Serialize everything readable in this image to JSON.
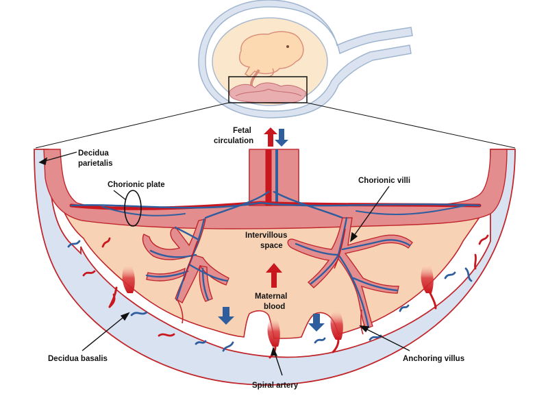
{
  "labels": {
    "fetal_circulation_1": "Fetal",
    "fetal_circulation_2": "circulation",
    "decidua_parietalis_1": "Decidua",
    "decidua_parietalis_2": "parietalis",
    "chorionic_plate": "Chorionic plate",
    "chorionic_villi": "Chorionic villi",
    "intervillous_space_1": "Intervillous",
    "intervillous_space_2": "space",
    "maternal_blood_1": "Maternal",
    "maternal_blood_2": "blood",
    "decidua_basalis": "Decidua basalis",
    "anchoring_villus": "Anchoring villus",
    "spiral_artery": "Spiral artery"
  },
  "colors": {
    "decidua": "#d9e2f1",
    "decidua_outline": "#c0262b",
    "intervillous": "#f8d2b4",
    "chorionic_plate": "#e38d8f",
    "artery_red": "#c8171e",
    "vein_blue": "#2f5e9e",
    "uterus_fill": "#dbe3f0",
    "uterus_stroke": "#9fb5cf",
    "amnion_fill": "#fbe7cc",
    "fetus_fill": "#fcd9b1",
    "fetus_stroke": "#d98f7a",
    "placenta_fill": "#e8aeb0"
  }
}
